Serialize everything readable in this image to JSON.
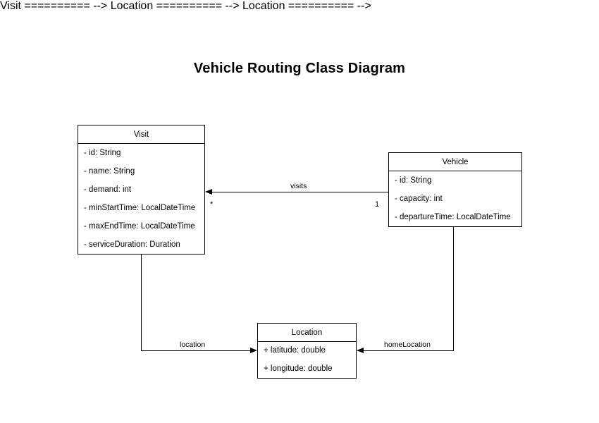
{
  "diagram": {
    "title": "Vehicle Routing Class Diagram",
    "type": "uml-class-diagram",
    "background_color": "#ffffff",
    "line_color": "#000000",
    "text_color": "#000000",
    "classes": [
      {
        "name": "Visit",
        "attributes": [
          "- id: String",
          "- name: String",
          "- demand: int",
          "- minStartTime: LocalDateTime",
          "- maxEndTime: LocalDateTime",
          "- serviceDuration: Duration"
        ]
      },
      {
        "name": "Vehicle",
        "attributes": [
          "- id: String",
          "- capacity: int",
          "- departureTime: LocalDateTime"
        ]
      },
      {
        "name": "Location",
        "attributes": [
          "+ latitude: double",
          "+ longitude: double"
        ]
      }
    ],
    "relationships": [
      {
        "label": "visits",
        "from": "Vehicle",
        "to": "Visit",
        "source_multiplicity": "1",
        "target_multiplicity": "*"
      },
      {
        "label": "location",
        "from": "Visit",
        "to": "Location",
        "source_multiplicity": "",
        "target_multiplicity": ""
      },
      {
        "label": "homeLocation",
        "from": "Vehicle",
        "to": "Location",
        "source_multiplicity": "",
        "target_multiplicity": ""
      }
    ]
  }
}
